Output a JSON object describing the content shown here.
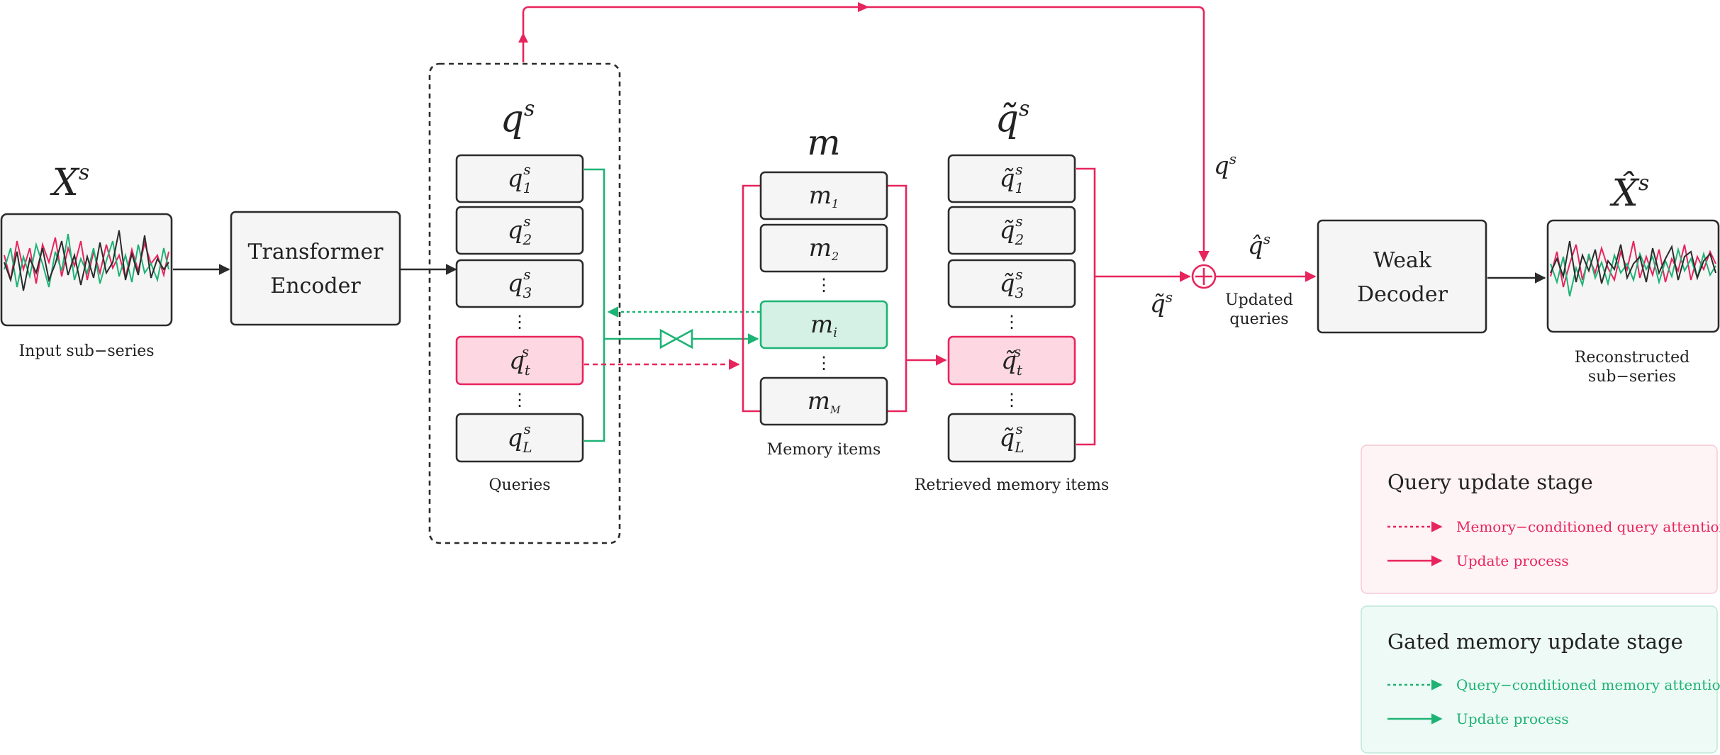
{
  "input": {
    "symbol_base": "X",
    "symbol_sup": "s",
    "caption": "Input sub−series"
  },
  "encoder": {
    "line1": "Transformer",
    "line2": "Encoder"
  },
  "queries": {
    "symbol_base": "q",
    "symbol_sup": "s",
    "items": [
      {
        "base": "q",
        "sub": "1",
        "sup": "s",
        "highlight": "none"
      },
      {
        "base": "q",
        "sub": "2",
        "sup": "s",
        "highlight": "none"
      },
      {
        "base": "q",
        "sub": "3",
        "sup": "s",
        "highlight": "none"
      },
      {
        "base": "q",
        "sub": "t",
        "sup": "s",
        "highlight": "red"
      },
      {
        "base": "q",
        "sub": "L",
        "sup": "s",
        "highlight": "none"
      }
    ],
    "ellipsis": "⋮",
    "caption": "Queries"
  },
  "memory": {
    "symbol": "m",
    "items": [
      {
        "base": "m",
        "sub": "1",
        "highlight": "none"
      },
      {
        "base": "m",
        "sub": "2",
        "highlight": "none"
      },
      {
        "base": "m",
        "sub": "i",
        "highlight": "green"
      },
      {
        "base": "m",
        "sub": "M",
        "highlight": "none"
      }
    ],
    "caption": "Memory items"
  },
  "retrieved": {
    "symbol_base": "q̃",
    "symbol_sup": "s",
    "items": [
      {
        "base": "q̃",
        "sub": "1",
        "sup": "s",
        "highlight": "none"
      },
      {
        "base": "q̃",
        "sub": "2",
        "sup": "s",
        "highlight": "none"
      },
      {
        "base": "q̃",
        "sub": "3",
        "sup": "s",
        "highlight": "none"
      },
      {
        "base": "q̃",
        "sub": "t",
        "sup": "s",
        "highlight": "red"
      },
      {
        "base": "q̃",
        "sub": "L",
        "sup": "s",
        "highlight": "none"
      }
    ],
    "caption": "Retrieved memory items"
  },
  "sum": {
    "top_label_base": "q",
    "top_label_sup": "s",
    "left_label_base": "q̃",
    "left_label_sup": "s",
    "out_label_base": "q̂",
    "out_label_sup": "s",
    "caption_line1": "Updated",
    "caption_line2": "queries"
  },
  "decoder": {
    "line1": "Weak",
    "line2": "Decoder"
  },
  "output": {
    "symbol_base": "X̂",
    "symbol_sup": "s",
    "caption_line1": "Reconstructed",
    "caption_line2": "sub−series"
  },
  "legend_query": {
    "title": "Query update stage",
    "dotted_label": "Memory−conditioned query attention",
    "solid_label": "Update process"
  },
  "legend_memory": {
    "title": "Gated memory update stage",
    "dotted_label": "Query−conditioned memory attention",
    "solid_label": "Update process"
  },
  "colors": {
    "red": "#e8245c",
    "green": "#1db375",
    "dark": "#2b2b2b",
    "red_fill": "#fdd8e2",
    "green_fill": "#d5f1e5",
    "legend_red_bg": "#fef3f5",
    "legend_green_bg": "#eefaf5"
  }
}
